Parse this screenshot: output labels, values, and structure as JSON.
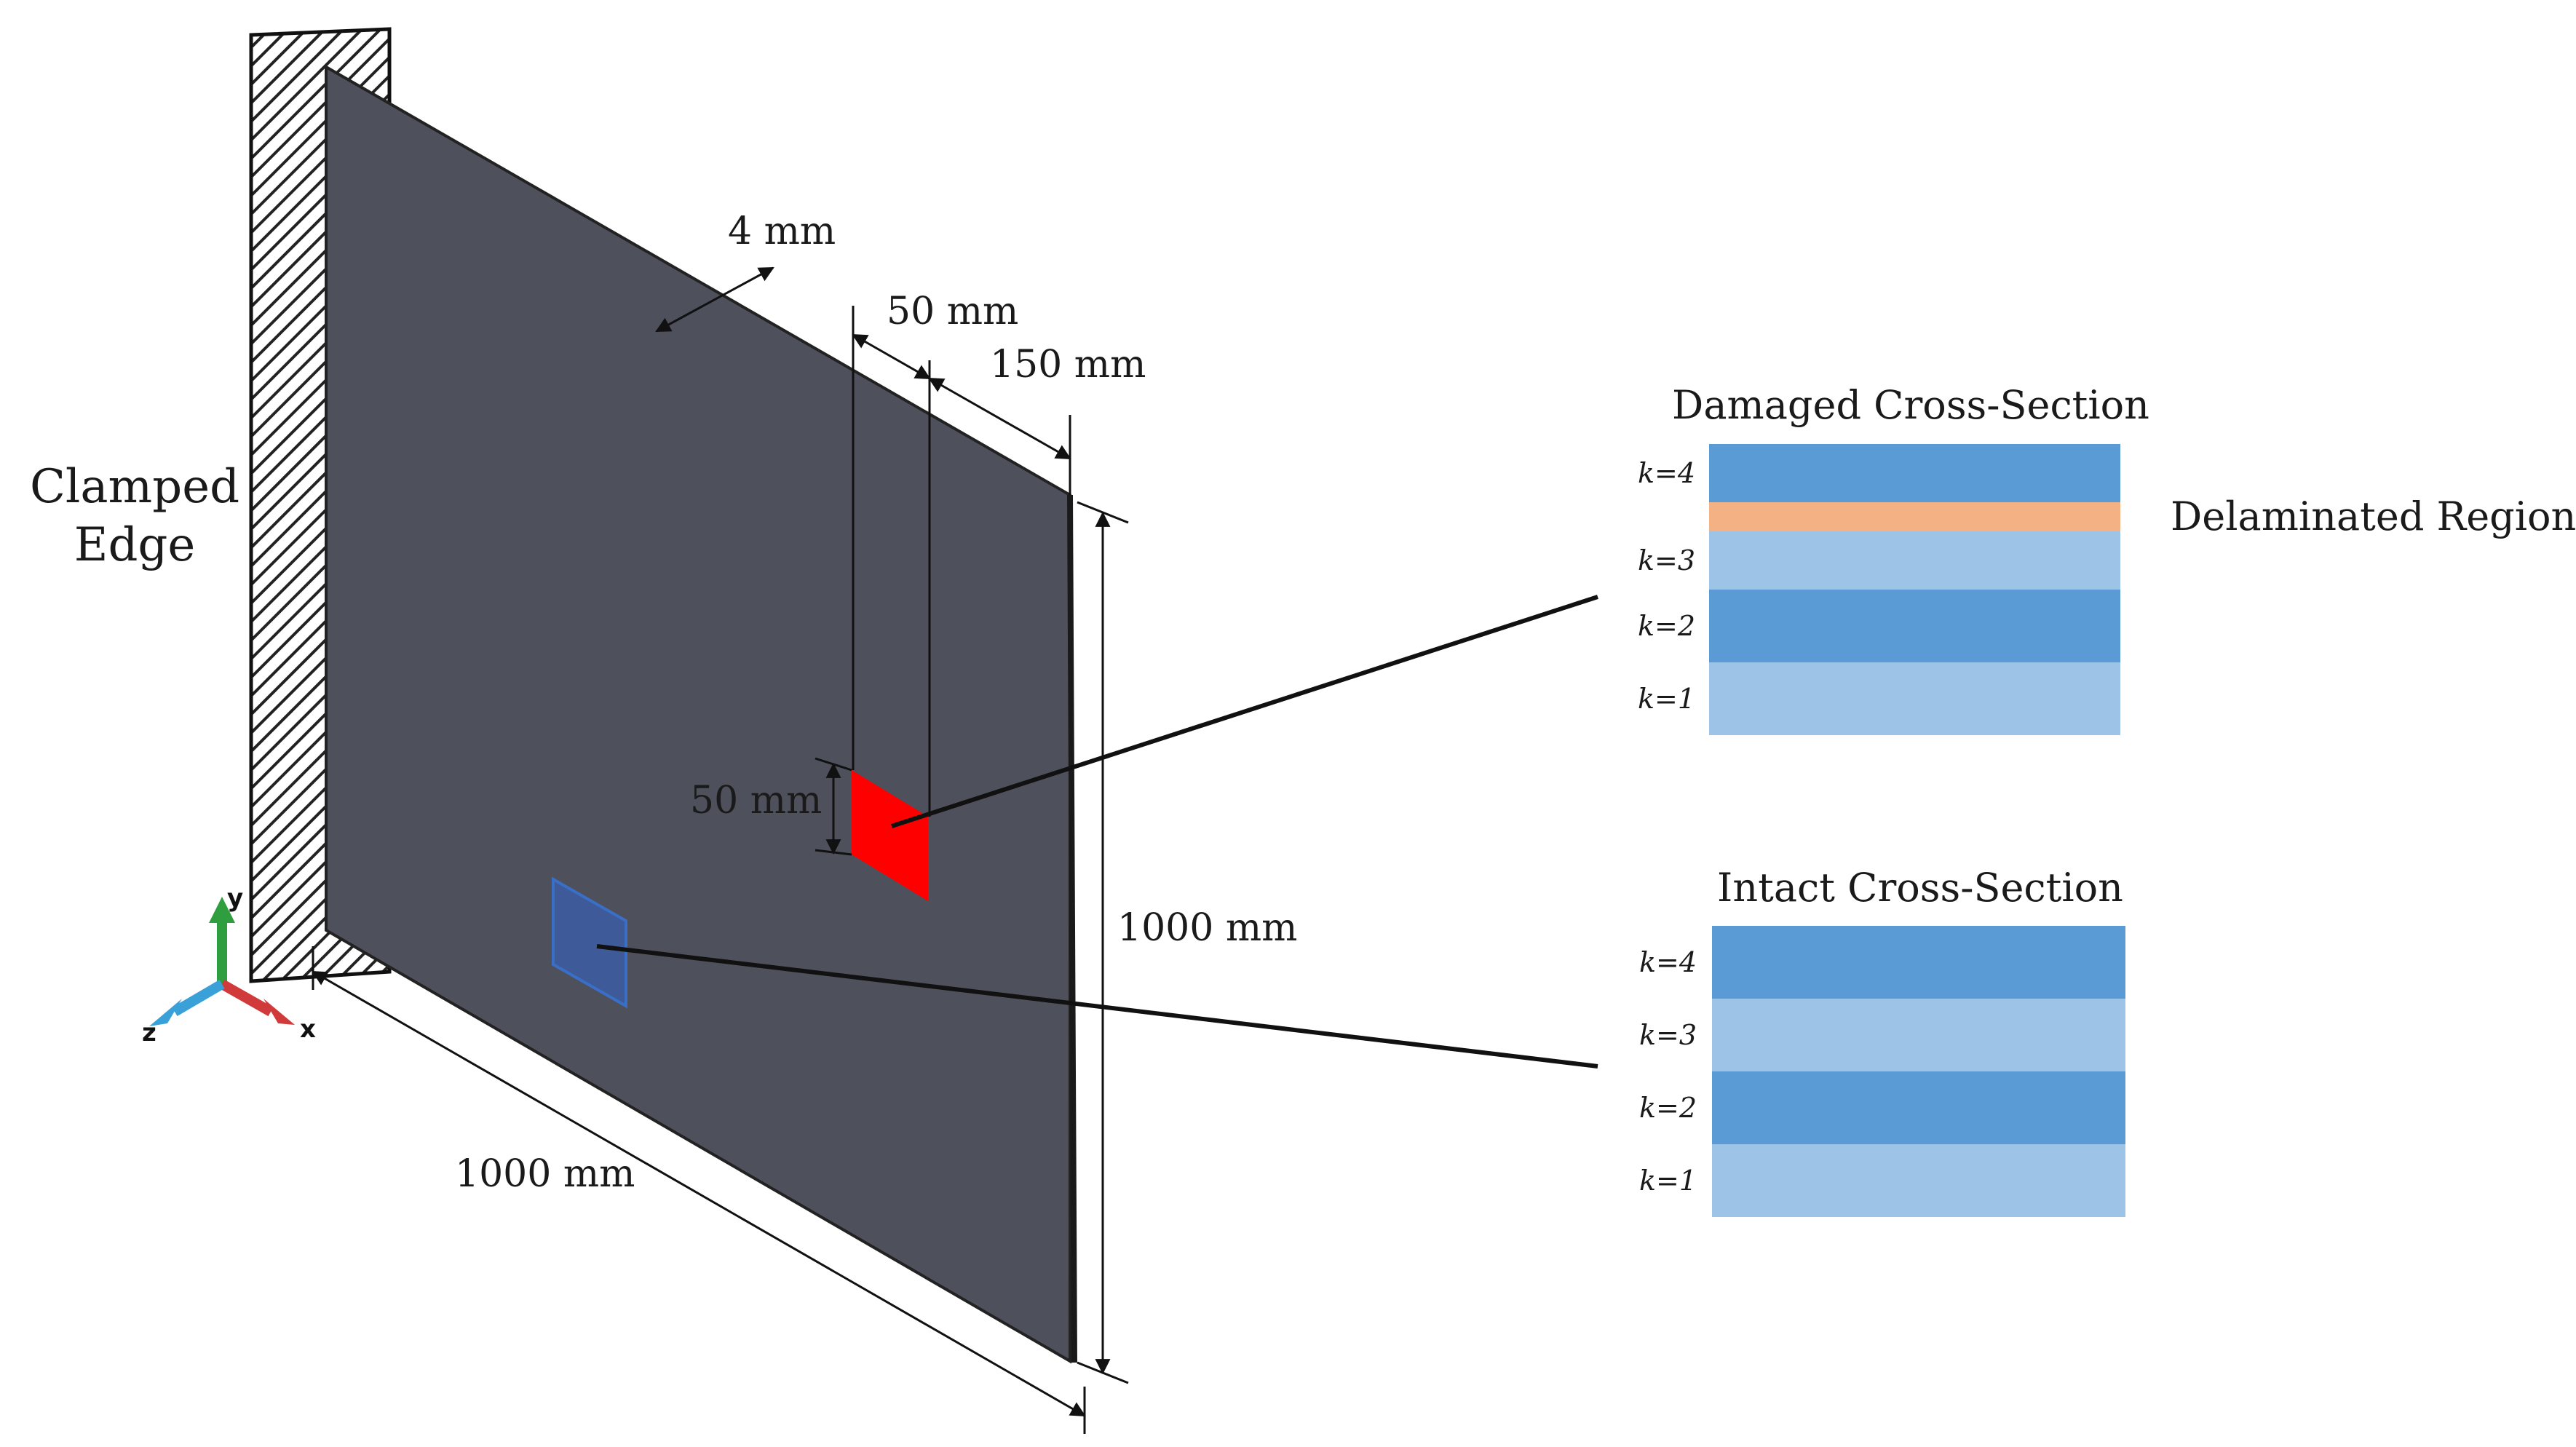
{
  "labels": {
    "clamped_line1": "Clamped",
    "clamped_line2": "Edge",
    "thickness": "4 mm",
    "patch_width": "50 mm",
    "patch_offset": "150 mm",
    "patch_height": "50 mm",
    "plate_height": "1000 mm",
    "plate_width": "1000 mm",
    "delaminated_region": "Delaminated Region"
  },
  "axes": {
    "y": "y",
    "x": "x",
    "z": "z"
  },
  "damaged_section": {
    "title": "Damaged Cross-Section",
    "layers": [
      {
        "label": "k=4",
        "color": "#5b9bd5"
      },
      {
        "label": "",
        "color": "#f4b183"
      },
      {
        "label": "k=3",
        "color": "#9dc3e6"
      },
      {
        "label": "k=2",
        "color": "#5b9bd5"
      },
      {
        "label": "k=1",
        "color": "#9dc3e6"
      }
    ]
  },
  "intact_section": {
    "title": "Intact Cross-Section",
    "layers": [
      {
        "label": "k=4",
        "color": "#5b9bd5"
      },
      {
        "label": "k=3",
        "color": "#9dc3e6"
      },
      {
        "label": "k=2",
        "color": "#5b9bd5"
      },
      {
        "label": "k=1",
        "color": "#9dc3e6"
      }
    ]
  },
  "colors": {
    "plate": "#4e505c",
    "damage_patch": "#ff0000",
    "intact_patch": "#3f5a98",
    "axis_y": "#2e9e3e",
    "axis_x": "#d03a3a",
    "axis_z": "#3aa0d8"
  }
}
